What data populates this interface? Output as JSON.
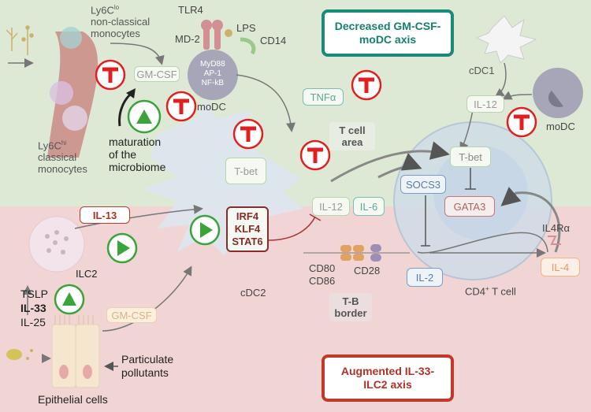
{
  "top_axis": {
    "line1": "Decreased GM-CSF-",
    "line2": "moDC axis"
  },
  "bottom_axis": {
    "line1": "Augmented IL-33-",
    "line2": "ILC2 axis"
  },
  "monocytes": {
    "nonclassical_1": "Ly6C",
    "nonclassical_sup": "lo",
    "nonclassical_2": "non-classical",
    "nonclassical_3": "monocytes",
    "classical_1": "Ly6C",
    "classical_sup": "hi",
    "classical_2": "classical",
    "classical_3": "monocytes"
  },
  "receptor": {
    "tlr4": "TLR4",
    "md2": "MD-2",
    "lps": "LPS",
    "cd14": "CD14"
  },
  "modc": {
    "line1": "MyD88",
    "line2": "AP-1",
    "line3": "NF-kB",
    "label": "moDC"
  },
  "gmcsf_top": "GM-CSF",
  "gmcsf_bottom": "GM-CSF",
  "tnfa": "TNFα",
  "microbiome": {
    "line1": "maturation",
    "line2": "of the",
    "line3": "microbiome"
  },
  "tcell_area": {
    "line1": "T cell",
    "line2": "area"
  },
  "tb_border": {
    "line1": "T-B",
    "line2": "border"
  },
  "cdc1": "cDC1",
  "il12_right": "IL-12",
  "modc_right": "moDC",
  "dc2": {
    "tbet": "T-bet",
    "irf4": "IRF4",
    "klf4": "KLF4",
    "stat6": "STAT6",
    "label": "cDC2"
  },
  "cytokines": {
    "il12": "IL-12",
    "il6": "IL-6",
    "il2": "IL-2",
    "il4": "IL-4",
    "il13": "IL-13"
  },
  "tcell": {
    "tbet": "T-bet",
    "socs3": "SOCS3",
    "gata3": "GATA3",
    "il4ra": "IL4Rα",
    "label": "CD4",
    "label_sup": "+",
    "label_end": " T cell"
  },
  "costim": {
    "cd80": "CD80",
    "cd86": "CD86",
    "cd28": "CD28"
  },
  "ilc2": "ILC2",
  "alarmins": {
    "tslp": "TSLP",
    "il33": "IL-33",
    "il25": "IL-25"
  },
  "epithelial": "Epithelial cells",
  "pollutants": {
    "line1": "Particulate",
    "line2": "pollutants"
  },
  "colors": {
    "top_axis": "#1a8a7a",
    "bottom_axis": "#c0392b",
    "inhibit": "#e02020",
    "activate": "#3aa33a"
  }
}
